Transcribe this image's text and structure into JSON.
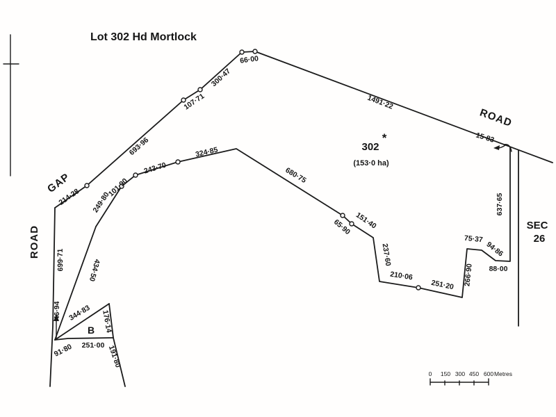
{
  "title": "Lot 302 Hd Mortlock",
  "lot": {
    "number": "302",
    "asterisk": "*",
    "area": "(153·0 ha)"
  },
  "roads": {
    "gap": "GAP",
    "left_road": "ROAD",
    "top_road": "ROAD"
  },
  "section": {
    "name": "SEC",
    "number": "26"
  },
  "parcel_b_label": "B",
  "measurements": {
    "v214_28": "214·28",
    "v693_96": "693·96",
    "v107_71": "107·71",
    "v300_47": "300·47",
    "v66_00": "66·00",
    "v1491_22": "1491·22",
    "v15_83": "15·83",
    "v637_65": "637·65",
    "v249_80": "249·80",
    "v101_90": "101·90",
    "v243_70": "243·70",
    "v324_85": "324·85",
    "v680_75": "680·75",
    "v65_90": "65·90",
    "v151_40": "151·40",
    "v237_60": "237·60",
    "v210_06": "210·06",
    "v251_20": "251·20",
    "v266_90": "266·90",
    "v75_37": "75·37",
    "v94_86": "94·86",
    "v88_00": "88·00",
    "v699_71": "699·71",
    "v434_50": "434·50",
    "v46_94": "46·94",
    "v344_83": "344·83",
    "v176_14": "176·14",
    "v91_80": "91·80",
    "v251_00": "251·00",
    "v191_80": "191·80"
  },
  "scale_bar": {
    "t0": "0",
    "t150": "150",
    "t300": "300",
    "t450": "450",
    "t600": "600",
    "unit": "Metres"
  }
}
